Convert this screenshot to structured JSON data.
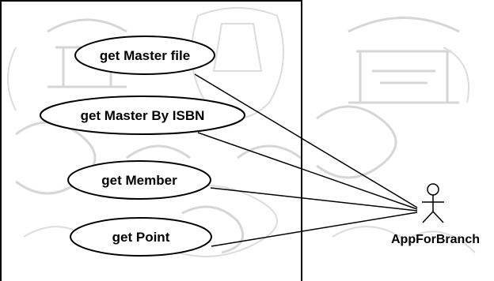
{
  "use_cases": [
    {
      "label": "get Master file"
    },
    {
      "label": "get Master By ISBN"
    },
    {
      "label": "get Member"
    },
    {
      "label": "get Point"
    }
  ],
  "actor": {
    "label": "AppForBranch"
  },
  "colors": {
    "line": "#000000",
    "background": "#ffffff",
    "watermark": "#d6d6d6"
  },
  "watermark_icon": "temple-seal-watermark"
}
